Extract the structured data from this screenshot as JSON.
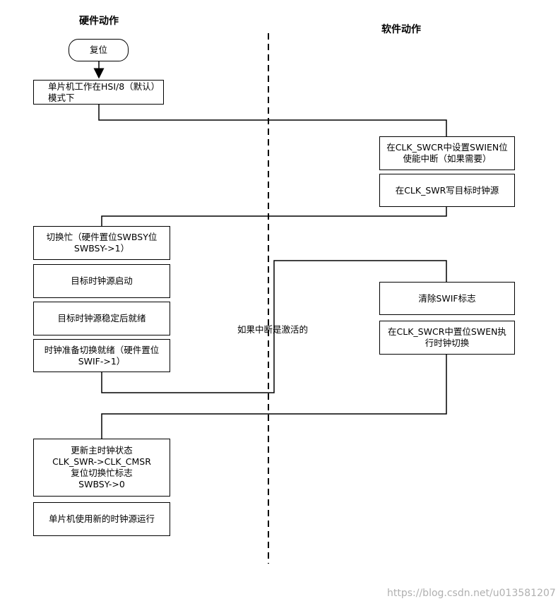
{
  "lanes": {
    "hardware_title": "硬件动作",
    "software_title": "软件动作"
  },
  "hardware": {
    "reset": "复位",
    "hsi_mode": "单片机工作在HSI/8（默认）模式下",
    "switch_busy": "切换忙（硬件置位SWBSY位SWBSY->1）",
    "target_start": "目标时钟源启动",
    "target_ready": "目标时钟源稳定后就绪",
    "switch_ready": "时钟准备切换就绪（硬件置位SWIF->1）",
    "update_main": {
      "line1": "更新主时钟状态",
      "line2": "CLK_SWR->CLK_CMSR",
      "line3": "复位切换忙标志",
      "line4": "SWBSY->0"
    },
    "run_new": "单片机使用新的时钟源运行"
  },
  "software": {
    "set_swien": "在CLK_SWCR中设置SWIEN位使能中断（如果需要）",
    "write_swr": "在CLK_SWR写目标时钟源",
    "clear_swif": "清除SWIF标志",
    "set_swen": "在CLK_SWCR中置位SWEN执行时钟切换"
  },
  "interrupt_note": "如果中断是激活的",
  "watermark": "https://blog.csdn.net/u013581207"
}
